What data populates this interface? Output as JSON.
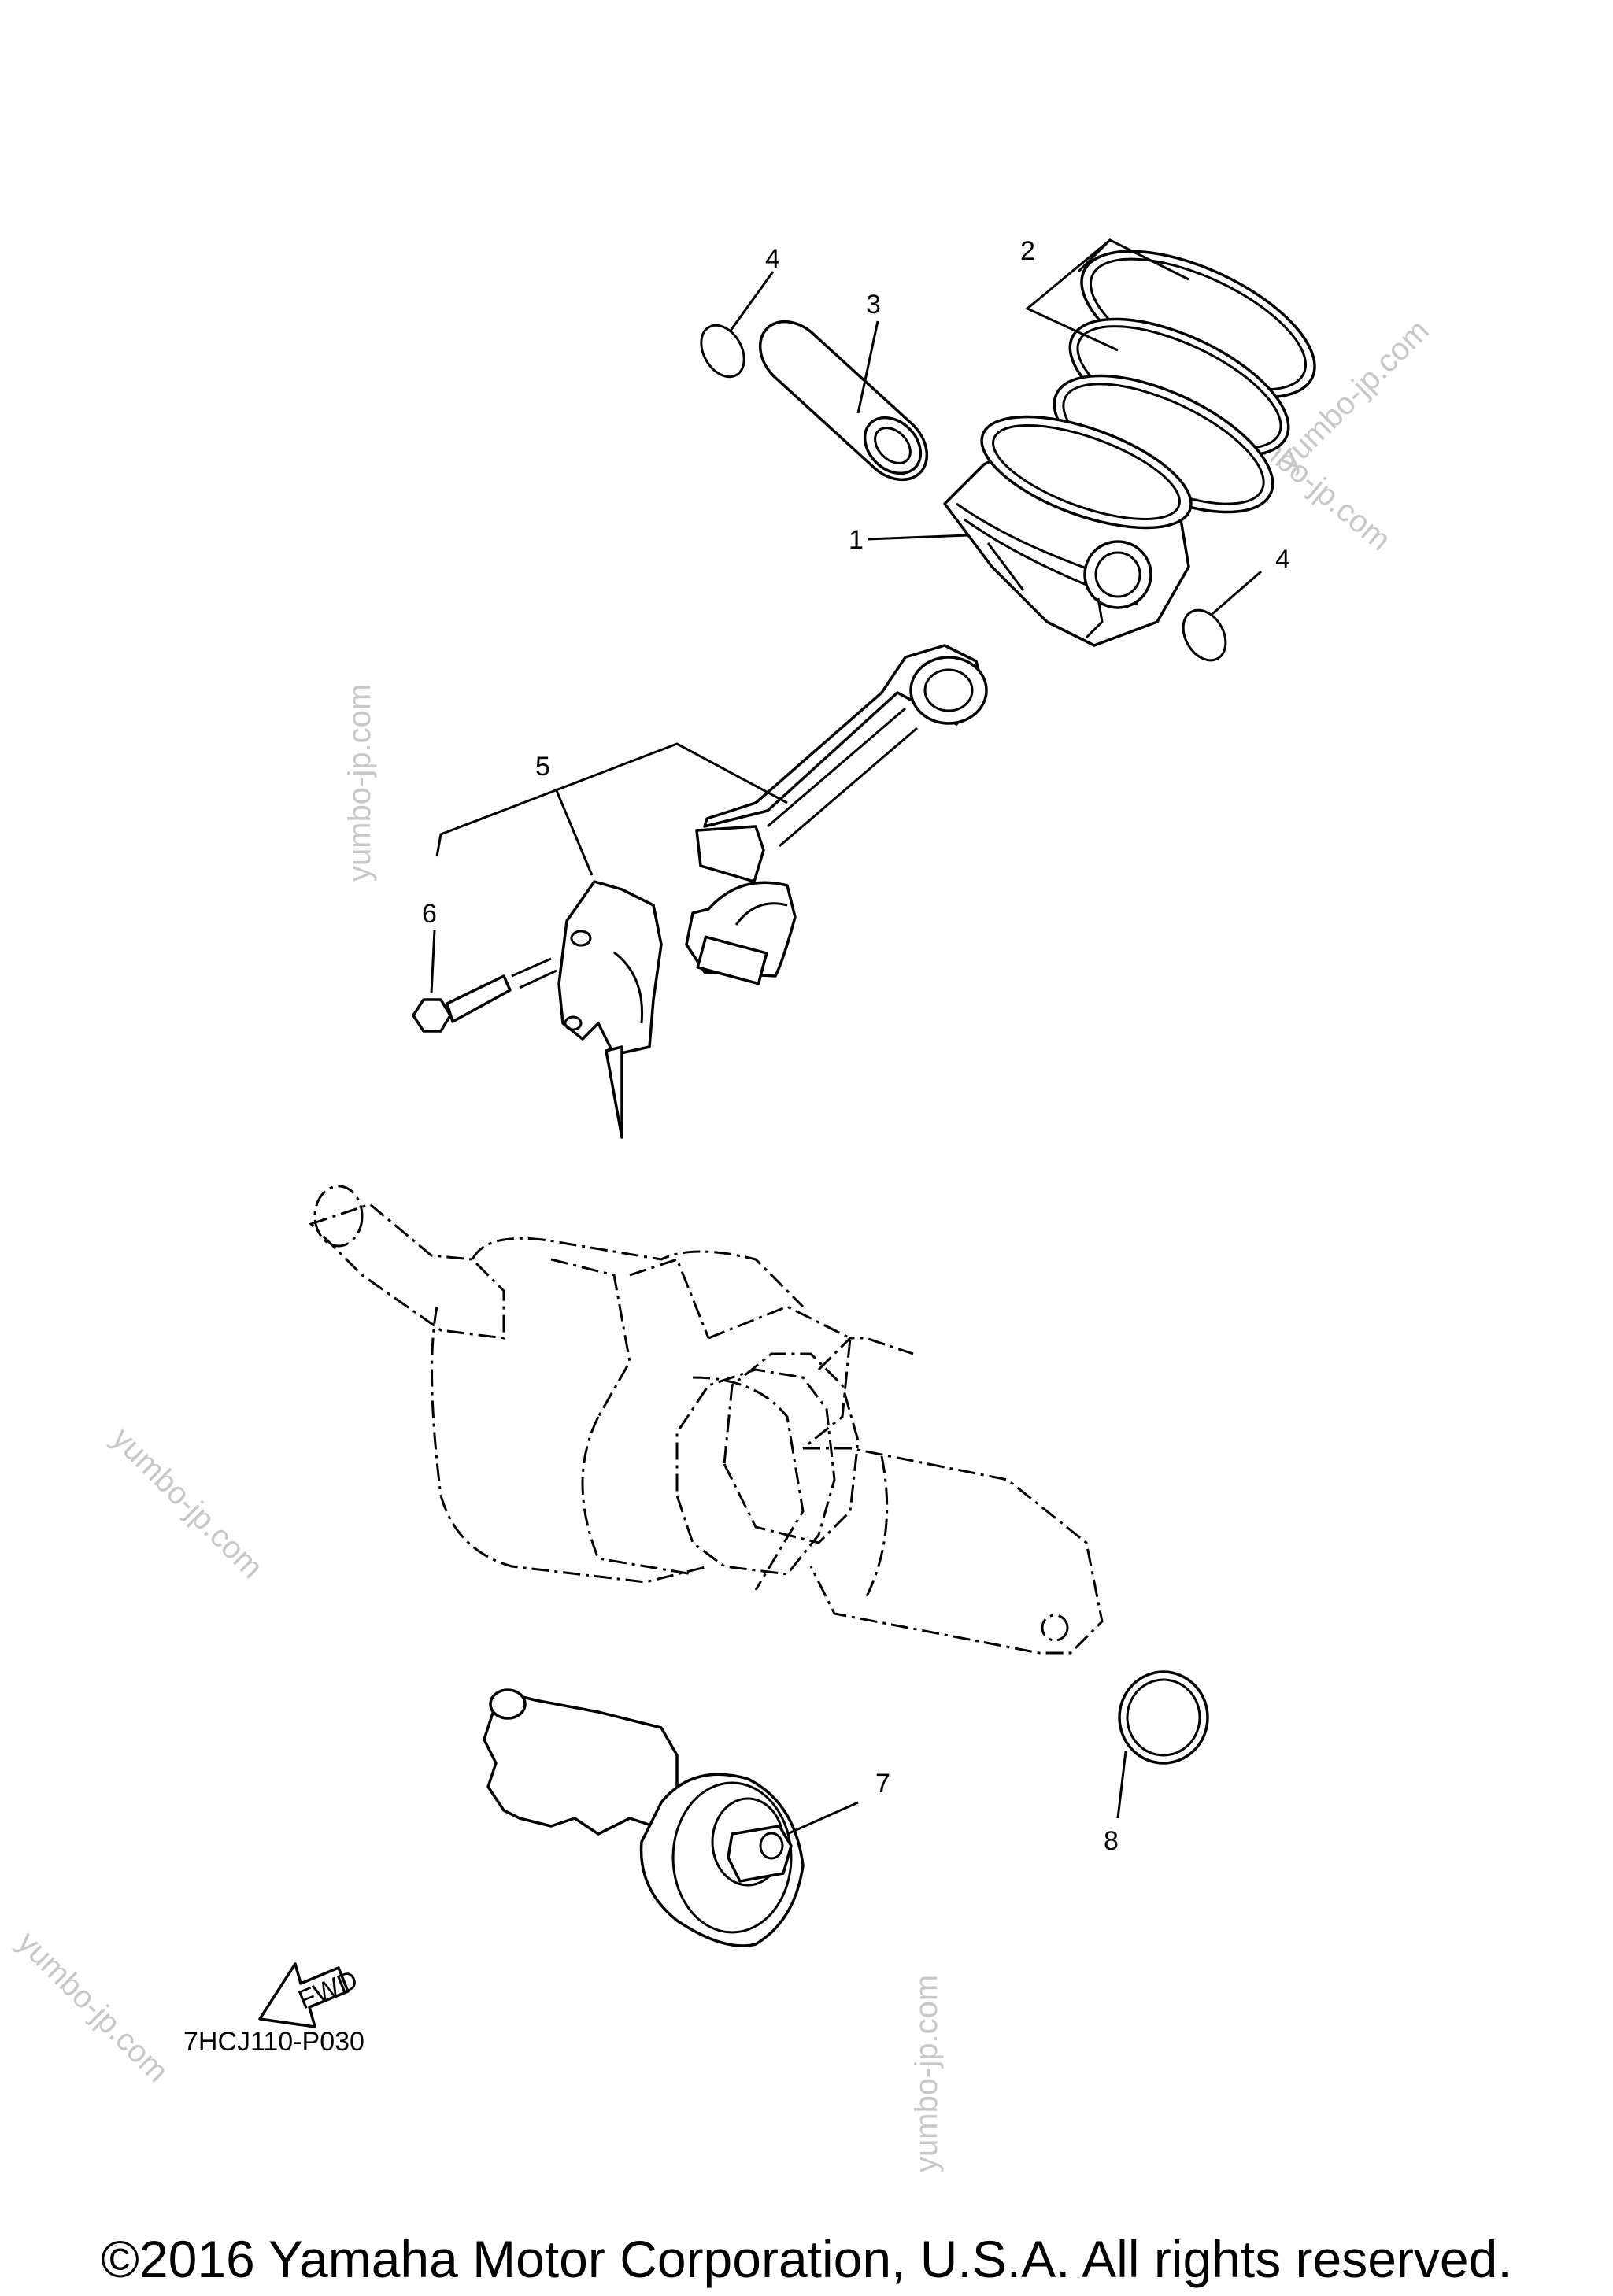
{
  "callouts": [
    {
      "label": "1"
    },
    {
      "label": "2"
    },
    {
      "label": "3"
    },
    {
      "label": "4"
    },
    {
      "label": "4"
    },
    {
      "label": "5"
    },
    {
      "label": "6"
    },
    {
      "label": "7"
    },
    {
      "label": "8"
    }
  ],
  "fwd_label": "FWD",
  "diagram_code": "7HCJ110-P030",
  "watermark": "yumbo-jp.com",
  "copyright": "©2016 Yamaha Motor Corporation, U.S.A. All rights reserved."
}
